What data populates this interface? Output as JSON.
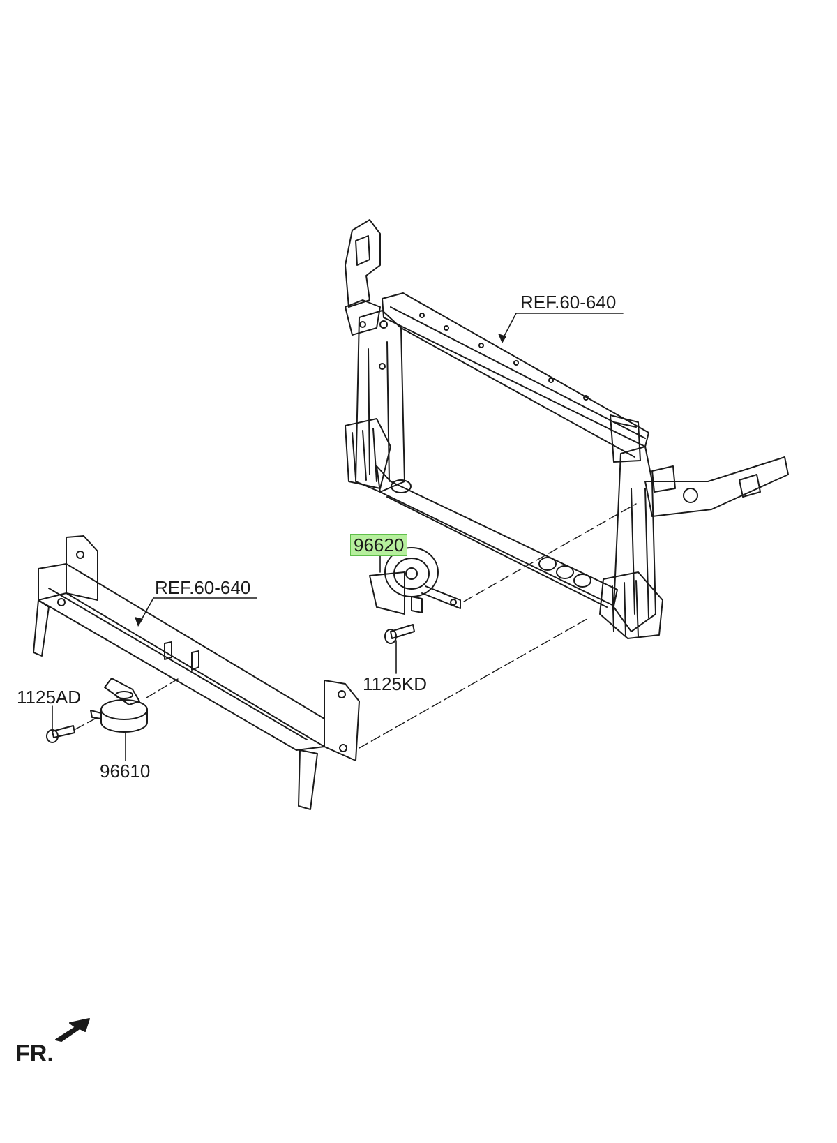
{
  "labels": {
    "ref_frame": "REF.60-640",
    "ref_beam": "REF.60-640",
    "part_96620": "96620",
    "part_1125KD": "1125KD",
    "part_1125AD": "1125AD",
    "part_96610": "96610",
    "front": "FR."
  },
  "colors": {
    "line": "#1a1a1a",
    "highlight_fill": "#b6ef9d",
    "highlight_border": "#5fbf4a"
  }
}
